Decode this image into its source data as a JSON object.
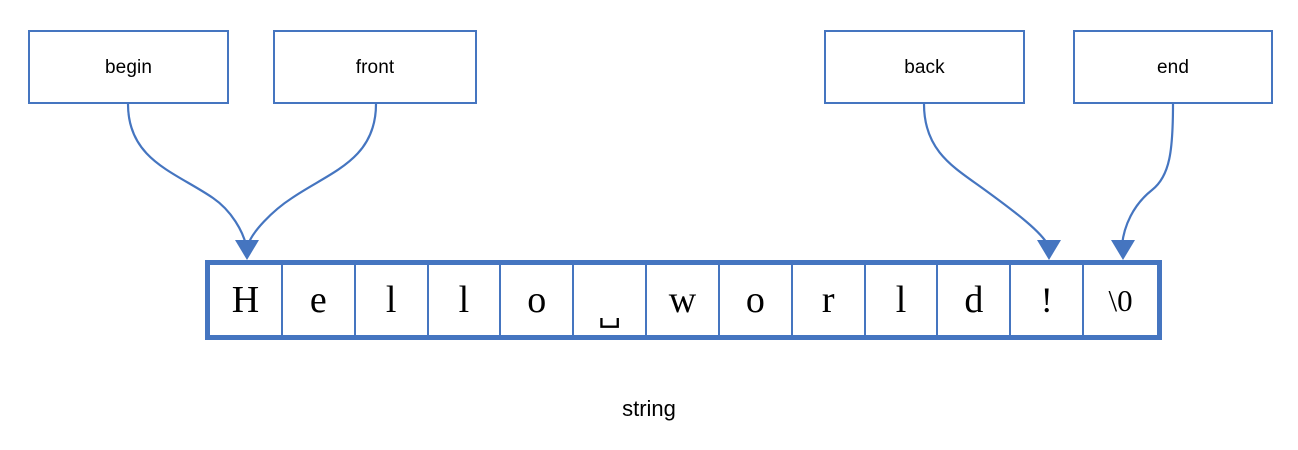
{
  "diagram": {
    "title": "string",
    "accent_color": "#4575C0",
    "text_color": "#000000",
    "background_color": "#ffffff",
    "pointers": [
      {
        "id": "begin",
        "label": "begin",
        "target_cell_index": 0,
        "target_edge": "left"
      },
      {
        "id": "front",
        "label": "front",
        "target_cell_index": 0,
        "target_edge": "left"
      },
      {
        "id": "back",
        "label": "back",
        "target_cell_index": 11,
        "target_edge": "center"
      },
      {
        "id": "end",
        "label": "end",
        "target_cell_index": 12,
        "target_edge": "center"
      }
    ],
    "array": {
      "name": "string",
      "cell_count": 13,
      "cells": [
        {
          "index": 0,
          "char": "H",
          "meaning": "H"
        },
        {
          "index": 1,
          "char": "e",
          "meaning": "e"
        },
        {
          "index": 2,
          "char": "l",
          "meaning": "l"
        },
        {
          "index": 3,
          "char": "l",
          "meaning": "l"
        },
        {
          "index": 4,
          "char": "o",
          "meaning": "o"
        },
        {
          "index": 5,
          "char": "␣",
          "meaning": "space"
        },
        {
          "index": 6,
          "char": "w",
          "meaning": "w"
        },
        {
          "index": 7,
          "char": "o",
          "meaning": "o"
        },
        {
          "index": 8,
          "char": "r",
          "meaning": "r"
        },
        {
          "index": 9,
          "char": "l",
          "meaning": "l"
        },
        {
          "index": 10,
          "char": "d",
          "meaning": "d"
        },
        {
          "index": 11,
          "char": "!",
          "meaning": "exclamation"
        },
        {
          "index": 12,
          "char": "\\0",
          "meaning": "null-terminator"
        }
      ]
    },
    "caption": "string"
  }
}
